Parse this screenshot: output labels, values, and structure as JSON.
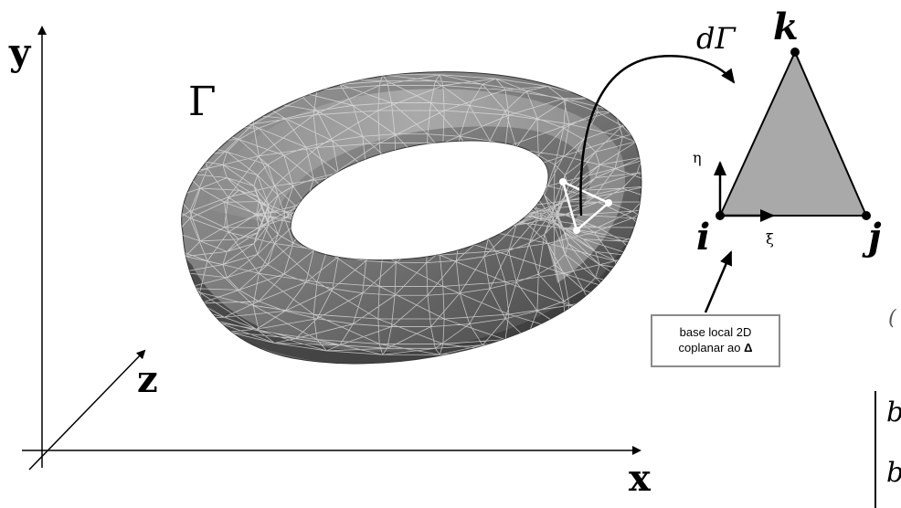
{
  "axes": {
    "y_label": "y",
    "x_label": "x",
    "z_label": "z"
  },
  "surface": {
    "label": "Γ",
    "element_label": "dΓ"
  },
  "element": {
    "vertices": {
      "i": "i",
      "j": "j",
      "k": "k"
    },
    "local_axes": {
      "xi": "ξ",
      "eta": "η"
    },
    "fill_color": "#a9a9a9"
  },
  "callout": {
    "line1": "base local 2D",
    "line2": "coplanar ao",
    "symbol": "Δ"
  },
  "edge_fragments": {
    "top": "(",
    "b1": "b",
    "b2": "b"
  }
}
